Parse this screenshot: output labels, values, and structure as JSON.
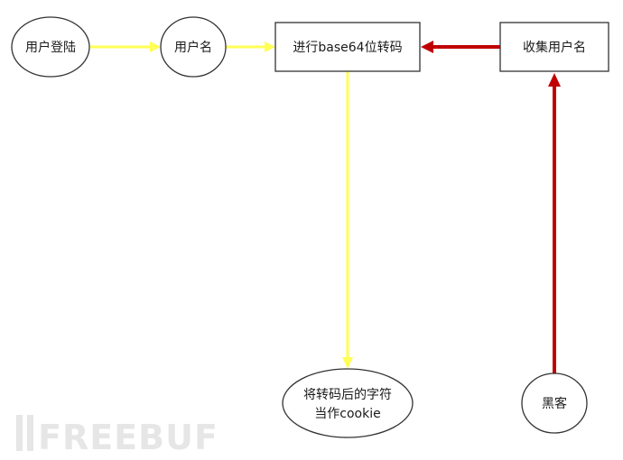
{
  "nodes": {
    "user_login": "用户登陆",
    "username": "用户名",
    "base64_encode": "进行base64位转码",
    "collect_username": "收集用户名",
    "cookie_line1": "将转码后的字符",
    "cookie_line2": "当作cookie",
    "hacker": "黑客"
  },
  "watermark": {
    "text": "FREEBUF"
  },
  "colors": {
    "normal_flow": "#ffff55",
    "attack_flow": "#c00000",
    "node_border": "#333333",
    "watermark": "#e6e6e6"
  }
}
